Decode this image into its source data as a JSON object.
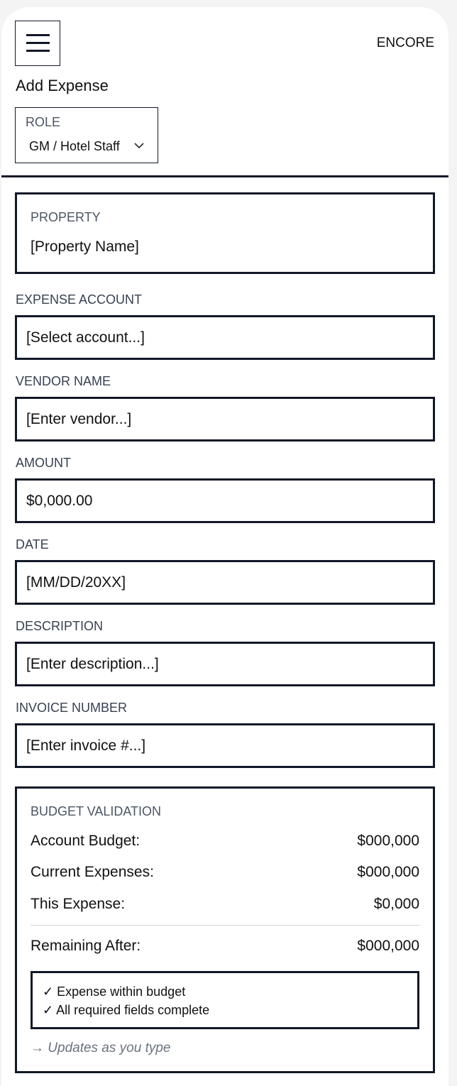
{
  "header": {
    "brand": "ENCORE",
    "menu_icon": "hamburger-menu-icon",
    "page_title": "Add Expense"
  },
  "role": {
    "label": "ROLE",
    "value": "GM / Hotel Staff",
    "icon": "chevron-down-icon"
  },
  "property": {
    "label": "PROPERTY",
    "value": "[Property Name]"
  },
  "fields": {
    "expense_account": {
      "label": "EXPENSE ACCOUNT",
      "value": "[Select account...]"
    },
    "vendor_name": {
      "label": "VENDOR NAME",
      "value": "[Enter vendor...]"
    },
    "amount": {
      "label": "AMOUNT",
      "value": "$0,000.00"
    },
    "date": {
      "label": "DATE",
      "value": "[MM/DD/20XX]"
    },
    "description": {
      "label": "DESCRIPTION",
      "value": "[Enter description...]"
    },
    "invoice_number": {
      "label": "INVOICE NUMBER",
      "value": "[Enter invoice #...]"
    }
  },
  "budget": {
    "title": "BUDGET VALIDATION",
    "rows": [
      {
        "label": "Account Budget:",
        "value": "$000,000"
      },
      {
        "label": "Current Expenses:",
        "value": "$000,000"
      },
      {
        "label": "This Expense:",
        "value": "$0,000"
      }
    ],
    "remaining": {
      "label": "Remaining After:",
      "value": "$000,000"
    },
    "checks": [
      "✓ Expense within budget",
      "✓ All required fields complete"
    ],
    "hint": "→ Updates as you type"
  },
  "colors": {
    "border": "#111827",
    "label": "#4b5563",
    "hint": "#6b7280",
    "background": "#f4f4f5"
  }
}
